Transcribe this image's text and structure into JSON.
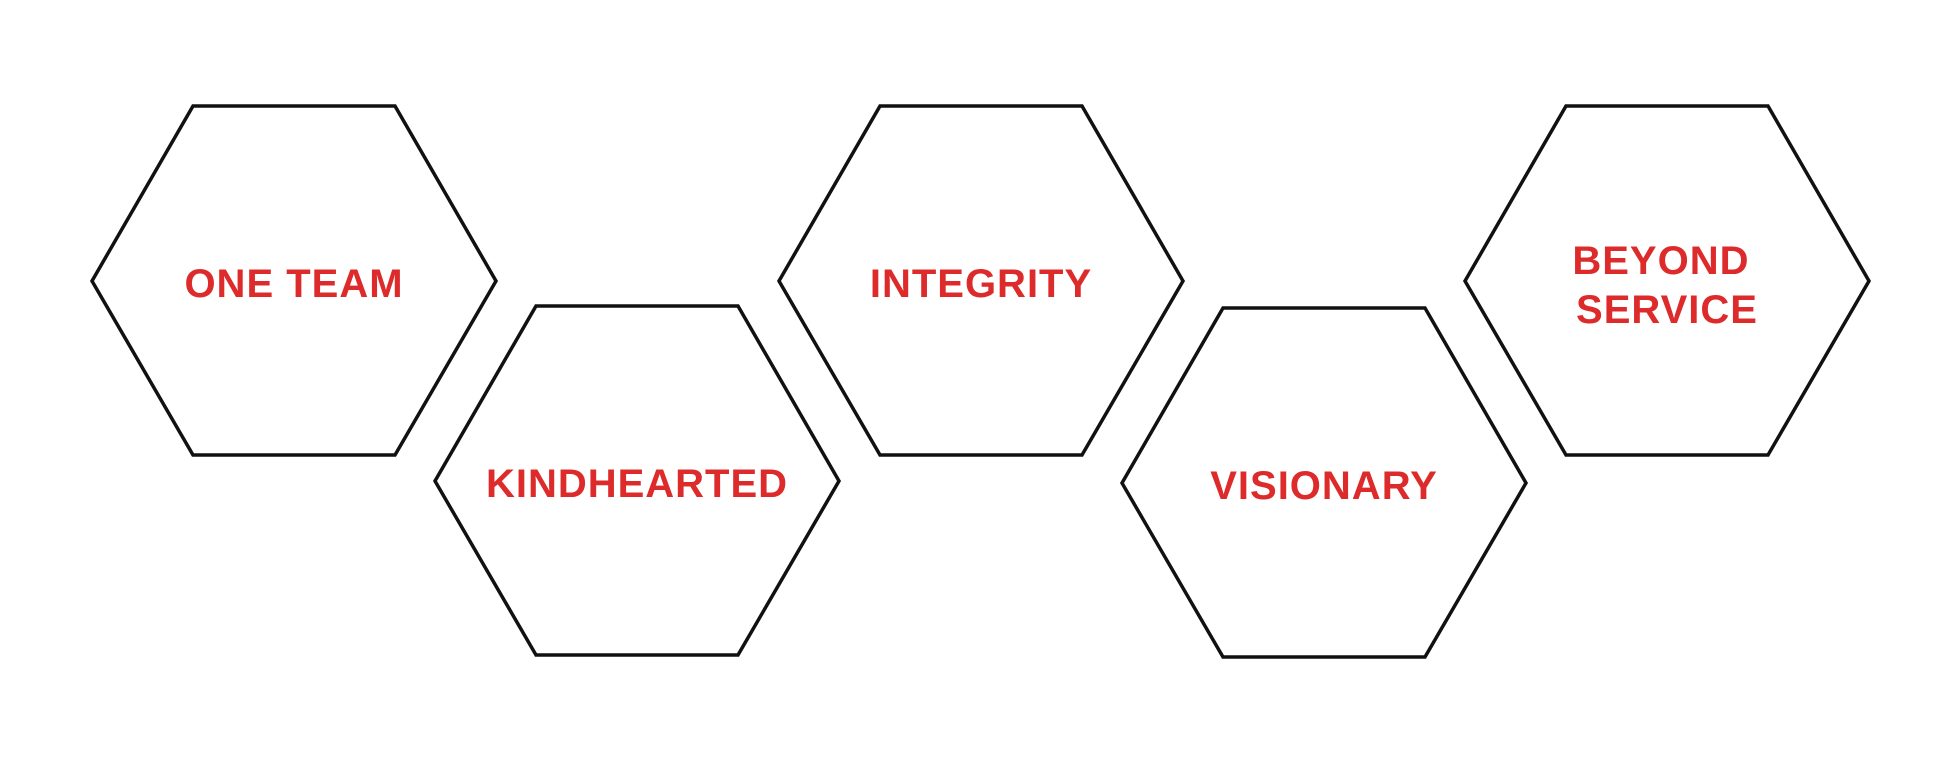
{
  "colors": {
    "label": "#dd2b2b",
    "outline": "#111111",
    "background": "#ffffff"
  },
  "values": [
    {
      "id": "one-team",
      "lines": [
        "ONE TEAM"
      ]
    },
    {
      "id": "kindhearted",
      "lines": [
        "KINDHEARTED"
      ]
    },
    {
      "id": "integrity",
      "lines": [
        "INTEGRITY"
      ]
    },
    {
      "id": "visionary",
      "lines": [
        "VISIONARY"
      ]
    },
    {
      "id": "beyond-service",
      "lines": [
        "BEYOND",
        "SERVICE"
      ]
    }
  ]
}
